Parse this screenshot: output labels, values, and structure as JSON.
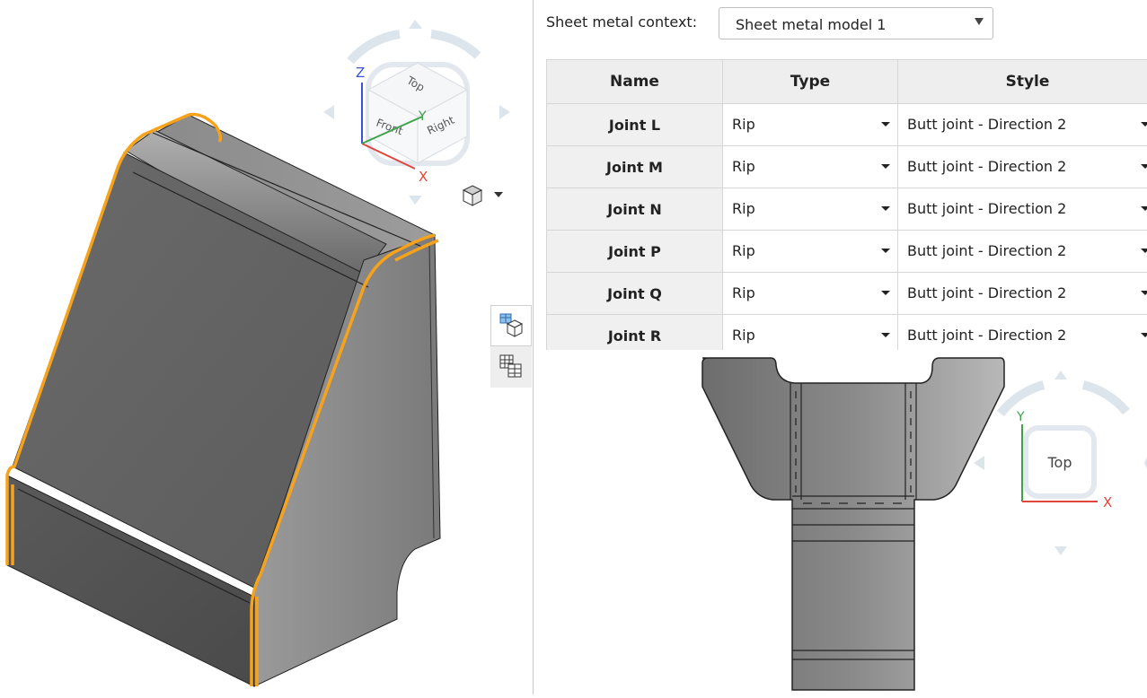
{
  "context": {
    "label": "Sheet metal context:",
    "selected": "Sheet metal model 1"
  },
  "table": {
    "headers": {
      "name": "Name",
      "type": "Type",
      "style": "Style"
    },
    "rows": [
      {
        "name": "Joint L",
        "type": "Rip",
        "style": "Butt joint - Direction 2"
      },
      {
        "name": "Joint M",
        "type": "Rip",
        "style": "Butt joint - Direction 2"
      },
      {
        "name": "Joint N",
        "type": "Rip",
        "style": "Butt joint - Direction 2"
      },
      {
        "name": "Joint P",
        "type": "Rip",
        "style": "Butt joint - Direction 2"
      },
      {
        "name": "Joint Q",
        "type": "Rip",
        "style": "Butt joint - Direction 2"
      },
      {
        "name": "Joint R",
        "type": "Rip",
        "style": "Butt joint - Direction 2"
      }
    ]
  },
  "view_cube_3d": {
    "top": "Top",
    "front": "Front",
    "right": "Right",
    "axis_x": "X",
    "axis_y": "Y",
    "axis_z": "Z"
  },
  "view_cube_flat": {
    "face": "Top",
    "axis_x": "X",
    "axis_y": "Y"
  },
  "colors": {
    "highlight": "#f7a21b",
    "part": "#6f6f6f",
    "axis_x": "#e0463c",
    "axis_y": "#3fa24a",
    "axis_z": "#3a54d6"
  },
  "icons": {
    "view_mode": "shaded-cube-icon",
    "table_3d": "table-3d-icon",
    "table_flat": "table-flat-icon"
  }
}
